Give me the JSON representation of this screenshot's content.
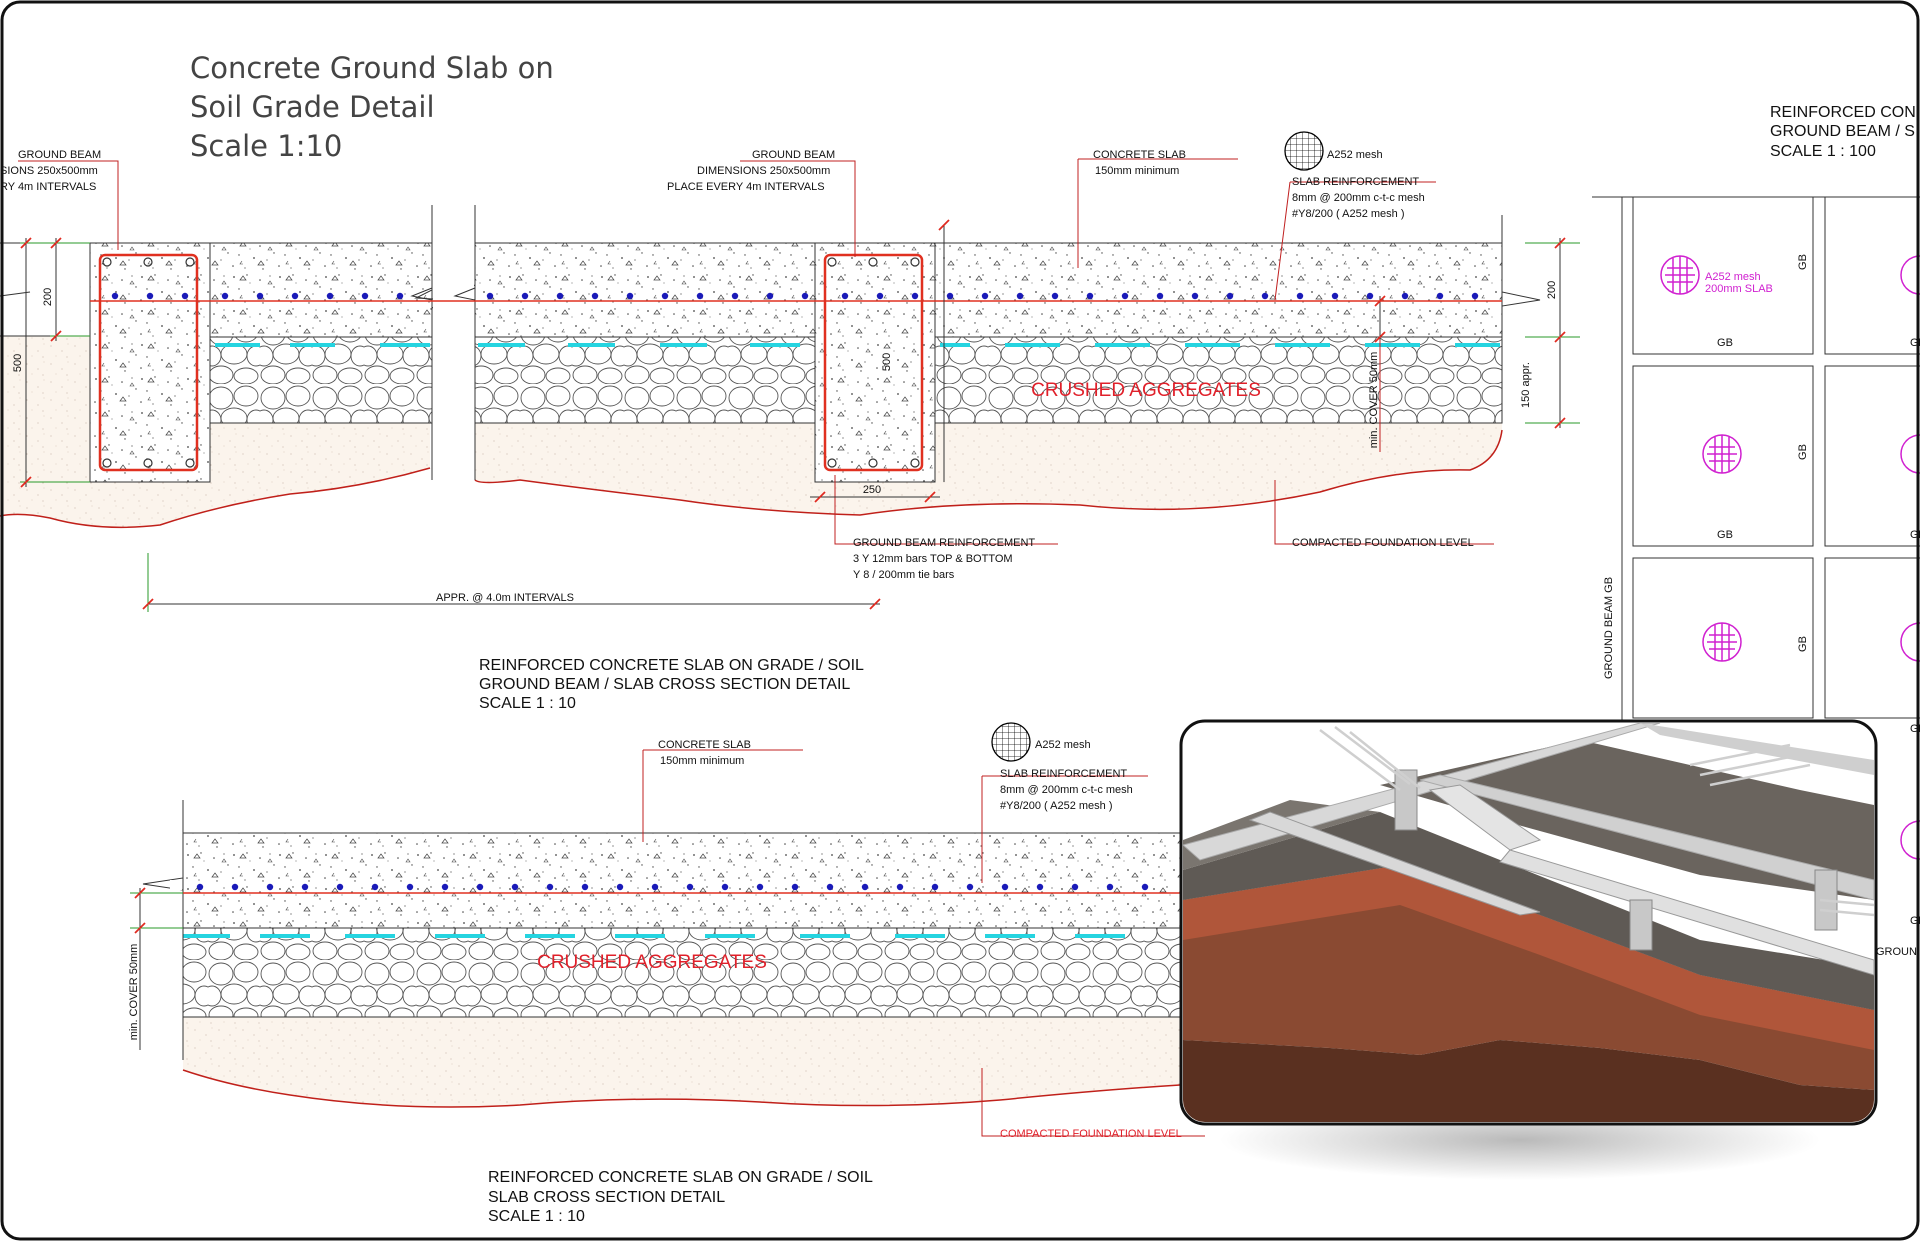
{
  "title": {
    "line1": "Concrete Ground Slab on",
    "line2": "Soil Grade Detail",
    "line3": "Scale 1:10"
  },
  "colors": {
    "concrete_fill": "#ffffff",
    "rebar": "#e03020",
    "rebar_dots": "#1a1ab8",
    "dpm_dash": "#25d4e0",
    "crushed_label": "#e0202a",
    "soil_fill": "#fbf4ec",
    "soil_edge": "#c0201a",
    "dim_tick": "#e02a20",
    "dim_green": "#2a9a2a",
    "leader": "#c02020",
    "mesh_symbol": "#d020d0"
  },
  "top_section": {
    "gb_left": {
      "label1": "GROUND BEAM",
      "label2": "SIONS 250x500mm",
      "label3": "RY 4m INTERVALS"
    },
    "gb_mid": {
      "label1": "GROUND BEAM",
      "label2": "DIMENSIONS 250x500mm",
      "label3": "PLACE EVERY 4m INTERVALS"
    },
    "concrete_slab": {
      "label1": "CONCRETE SLAB",
      "label2": "150mm minimum"
    },
    "mesh_label": "A252 mesh",
    "slab_reinf": {
      "label1": "SLAB REINFORCEMENT",
      "label2": "8mm @ 200mm c-t-c mesh",
      "label3": "#Y8/200 ( A252 mesh )"
    },
    "crushed": "CRUSHED AGGREGATES",
    "dim_200_left": "200",
    "dim_500_left": "500",
    "dim_500_mid": "500",
    "dim_250": "250",
    "dim_200_right": "200",
    "dim_150": "150 appr.",
    "min_cover": "min. COVER 50mm",
    "gb_reinf": {
      "label1": "GROUND BEAM REINFORCEMENT",
      "label2": "3 Y 12mm bars TOP & BOTTOM",
      "label3": "Y 8 / 200mm tie bars"
    },
    "compacted": "COMPACTED FOUNDATION LEVEL",
    "interval": "APPR. @ 4.0m INTERVALS",
    "caption1": "REINFORCED CONCRETE SLAB ON GRADE / SOIL",
    "caption2": "GROUND BEAM / SLAB CROSS SECTION DETAIL",
    "caption3": "SCALE 1 : 10"
  },
  "bottom_section": {
    "concrete_slab": {
      "label1": "CONCRETE SLAB",
      "label2": "150mm minimum"
    },
    "mesh_label": "A252 mesh",
    "slab_reinf": {
      "label1": "SLAB REINFORCEMENT",
      "label2": "8mm @ 200mm c-t-c mesh",
      "label3": "#Y8/200 ( A252 mesh )"
    },
    "crushed": "CRUSHED AGGREGATES",
    "min_cover": "min. COVER 50mm",
    "compacted": "COMPACTED FOUNDATION LEVEL",
    "caption1": "REINFORCED CONCRETE SLAB ON GRADE / SOIL",
    "caption2": "SLAB CROSS SECTION DETAIL",
    "caption3": "SCALE 1 : 10"
  },
  "plan": {
    "caption1": "REINFORCED CON",
    "caption2": "GROUND BEAM / S",
    "caption3": "SCALE 1 : 100",
    "mesh_label1": "A252 mesh",
    "mesh_label2": "200mm SLAB",
    "gb": "GB",
    "gb_vertical": "GROUND BEAM GB",
    "groun": "GROUN"
  }
}
